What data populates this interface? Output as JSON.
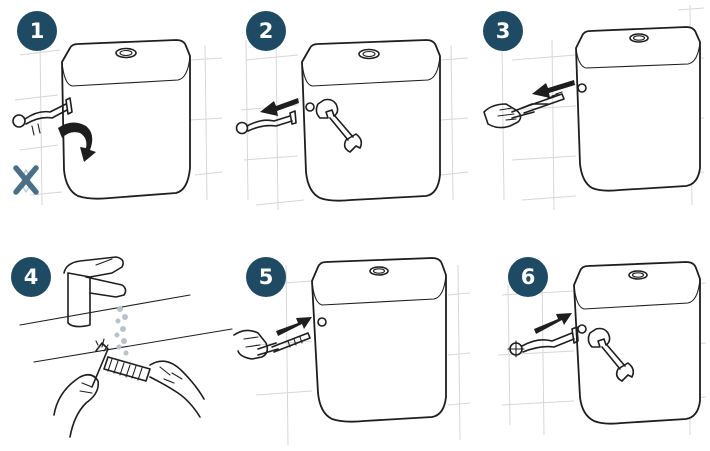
{
  "steps": [
    {
      "number": "1",
      "icon": "close-valve-icon"
    },
    {
      "number": "2",
      "icon": "wrench-icon"
    },
    {
      "number": "3",
      "icon": "pliers-icon"
    },
    {
      "number": "4",
      "icon": "rinse-filter-icon"
    },
    {
      "number": "5",
      "icon": "insert-filter-icon"
    },
    {
      "number": "6",
      "icon": "tighten-wrench-icon"
    }
  ],
  "colors": {
    "badge": "#1f4a63",
    "cross": "#4a6f87",
    "line": "#1e1e1e",
    "grid": "#d6d6d6"
  }
}
